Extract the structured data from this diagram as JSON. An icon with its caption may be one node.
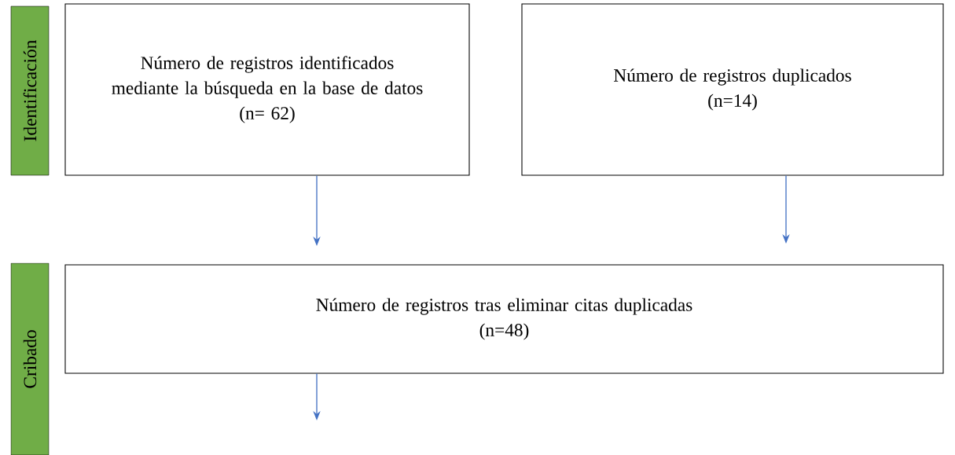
{
  "diagram": {
    "nodes": [
      {
        "text": [
          "Identificación"
        ]
      },
      {
        "text": [
          "Número de registros identificados mediante la búsqueda en la base de datos",
          "(n= 62)"
        ]
      },
      {
        "text": [
          "Número de registros duplicados",
          "(n=14)"
        ]
      },
      {
        "text": [
          "Cribado"
        ]
      },
      {
        "text": [
          "Número de registros tras eliminar citas duplicadas",
          "(n=48)"
        ]
      }
    ],
    "edges": [
      {
        "from": 1,
        "to": null,
        "arrow": "to"
      },
      {
        "from": 2,
        "to": null,
        "arrow": "to"
      },
      {
        "from": 4,
        "to": null,
        "arrow": "to"
      }
    ]
  }
}
